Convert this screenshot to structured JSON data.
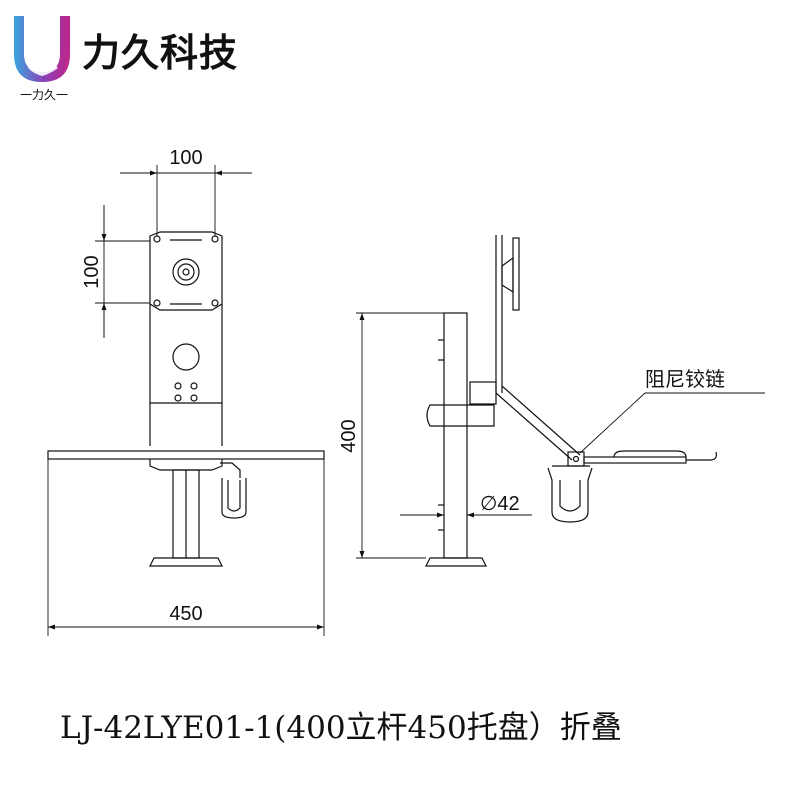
{
  "brand": {
    "name": "力久科技",
    "sub": "一力久一",
    "colors": {
      "logo_left": "#3aa6e0",
      "logo_right": "#c0258a",
      "text": "#111111"
    }
  },
  "dimensions": {
    "vesa_width": "100",
    "vesa_height": "100",
    "pole_height": "400",
    "pole_diameter": "∅42",
    "tray_width": "450"
  },
  "callout": {
    "hinge_label": "阻尼铰链"
  },
  "caption": "LJ-42LYE01-1(400立杆450托盘）折叠"
}
